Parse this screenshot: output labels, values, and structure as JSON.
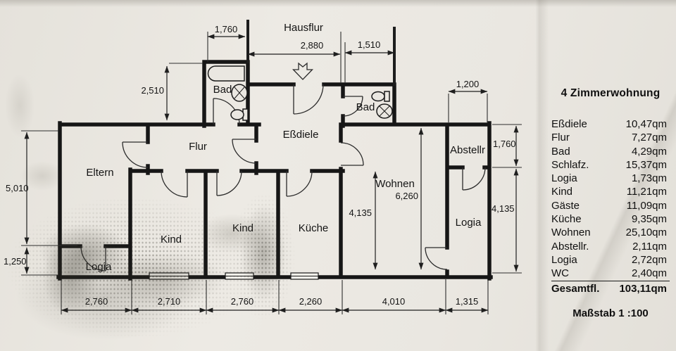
{
  "panel": {
    "title": "4 Zimmerwohnung",
    "rows": [
      {
        "label": "Eßdiele",
        "area": "10,47qm"
      },
      {
        "label": "Flur",
        "area": "7,27qm"
      },
      {
        "label": "Bad",
        "area": "4,29qm"
      },
      {
        "label": "Schlafz.",
        "area": "15,37qm"
      },
      {
        "label": "Logia",
        "area": "1,73qm"
      },
      {
        "label": "Kind",
        "area": "11,21qm"
      },
      {
        "label": "Gäste",
        "area": "11,09qm"
      },
      {
        "label": "Küche",
        "area": "9,35qm"
      },
      {
        "label": "Wohnen",
        "area": "25,10qm"
      },
      {
        "label": "Abstellr.",
        "area": "2,11qm"
      },
      {
        "label": "Logia",
        "area": "2,72qm"
      },
      {
        "label": "WC",
        "area": "2,40qm"
      }
    ],
    "total_label": "Gesamtfl.",
    "total_area": "103,11qm",
    "scale_label": "Maßstab 1 :100"
  },
  "plan": {
    "rooms": {
      "hausflur": "Hausflur",
      "bad_top": "Bad",
      "bad_wc": "Bad",
      "flur": "Flur",
      "essdiele": "Eßdiele",
      "eltern": "Eltern",
      "wohnen": "Wohnen",
      "abstellr": "Abstellr",
      "kind_left": "Kind",
      "kind_mid": "Kind",
      "kueche": "Küche",
      "logia_left": "Logia",
      "logia_right": "Logia"
    },
    "dims": {
      "top_bad": "1,760",
      "top_entry": "2,880",
      "top_wc": "1,510",
      "left_bad": "2,510",
      "left_height": "5,010",
      "left_logia": "1,250",
      "abstell_width": "1,200",
      "abstell_height": "1,760",
      "logia_height": "4,135",
      "wohnen_height": "4,135",
      "wohnen_full": "6,260",
      "bottom": [
        "2,760",
        "2,710",
        "2,760",
        "2,260",
        "4,010",
        "1,315"
      ]
    },
    "colors": {
      "paper": "#e9e6e0",
      "ink": "#161616"
    }
  }
}
